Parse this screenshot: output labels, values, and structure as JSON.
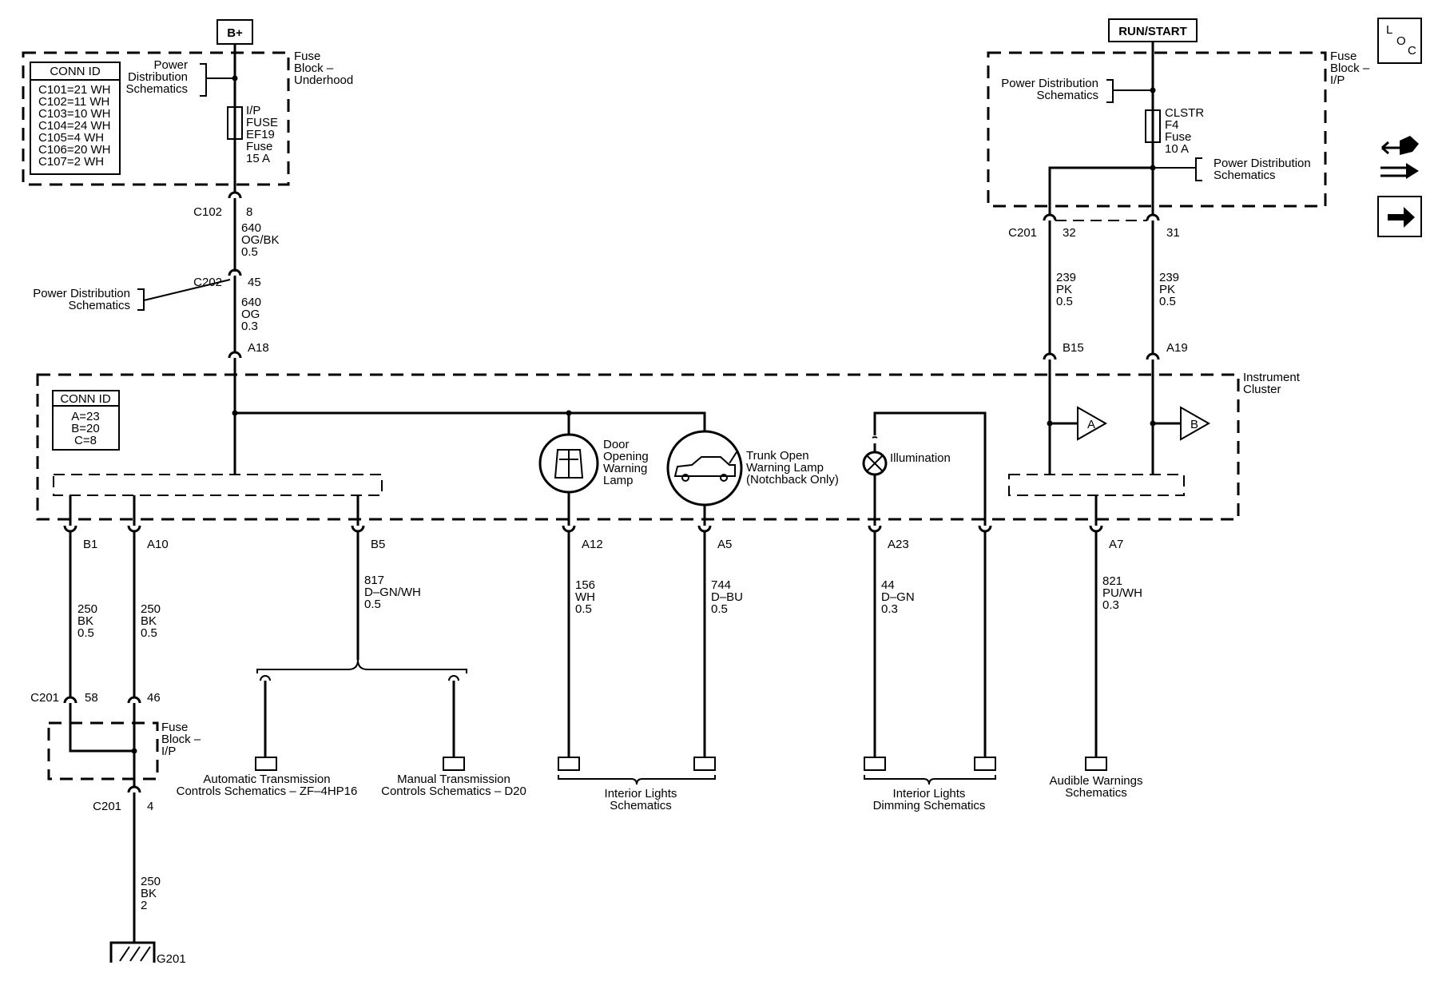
{
  "source_labels": {
    "bplus": "B+",
    "run_start": "RUN/START"
  },
  "fuse_block_underhood": {
    "label": [
      "Fuse",
      "Block –",
      "Underhood"
    ],
    "conn_title": "CONN ID",
    "conn_rows": [
      "C101=21 WH",
      "C102=11 WH",
      "C103=10 WH",
      "C104=24 WH",
      "C105=4 WH",
      "C106=20 WH",
      "C107=2 WH"
    ],
    "pds": [
      "Power",
      "Distribution",
      "Schematics"
    ],
    "fuse": [
      "I/P",
      "FUSE",
      "EF19",
      "Fuse",
      "15 A"
    ]
  },
  "fuse_block_ip": {
    "label": [
      "Fuse",
      "Block –",
      "I/P"
    ],
    "pds_top": [
      "Power Distribution",
      "Schematics"
    ],
    "fuse": [
      "CLSTR",
      "F4",
      "Fuse",
      "10 A"
    ],
    "pds_right": [
      "Power Distribution",
      "Schematics"
    ]
  },
  "left_feed": {
    "c102": "C102",
    "pin8": "8",
    "wire1": [
      "640",
      "OG/BK",
      "0.5"
    ],
    "c202": "C202",
    "pin45": "45",
    "pds": [
      "Power Distribution",
      "Schematics"
    ],
    "wire2": [
      "640",
      "OG",
      "0.3"
    ],
    "a18": "A18"
  },
  "right_feed": {
    "c201": "C201",
    "pin32": "32",
    "pin31": "31",
    "wire_a": [
      "239",
      "PK",
      "0.5"
    ],
    "wire_b": [
      "239",
      "PK",
      "0.5"
    ],
    "b15": "B15",
    "a19": "A19"
  },
  "cluster": {
    "label": [
      "Instrument",
      "Cluster"
    ],
    "conn_title": "CONN ID",
    "conn_rows": [
      "A=23",
      "B=20",
      "C=8"
    ],
    "door_lamp": [
      "Door",
      "Opening",
      "Warning",
      "Lamp"
    ],
    "trunk_lamp": [
      "Trunk Open",
      "Warning Lamp",
      "(Notchback Only)"
    ],
    "illumination": "Illumination",
    "ref_a": "A",
    "ref_b": "B"
  },
  "pins": {
    "b1": "B1",
    "a10": "A10",
    "b5": "B5",
    "a12": "A12",
    "a5": "A5",
    "a23": "A23",
    "a7": "A7"
  },
  "wires": {
    "b1": [
      "250",
      "BK",
      "0.5"
    ],
    "a10": [
      "250",
      "BK",
      "0.5"
    ],
    "b5": [
      "817",
      "D–GN/WH",
      "0.5"
    ],
    "a12": [
      "156",
      "WH",
      "0.5"
    ],
    "a5": [
      "744",
      "D–BU",
      "0.5"
    ],
    "a23": [
      "44",
      "D–GN",
      "0.3"
    ],
    "a7": [
      "821",
      "PU/WH",
      "0.3"
    ],
    "ground": [
      "250",
      "BK",
      "2"
    ]
  },
  "ground_path": {
    "c201_top": "C201",
    "pin58": "58",
    "pin46": "46",
    "fuse_block": [
      "Fuse",
      "Block –",
      "I/P"
    ],
    "c201_bottom": "C201",
    "pin4": "4",
    "g201": "G201"
  },
  "destinations": {
    "auto_trans": [
      "Automatic Transmission",
      "Controls Schematics – ZF–4HP16"
    ],
    "manual_trans": [
      "Manual Transmission",
      "Controls Schematics – D20"
    ],
    "interior_lights": [
      "Interior Lights",
      "Schematics"
    ],
    "interior_dimming": [
      "Interior Lights",
      "Dimming Schematics"
    ],
    "audible": [
      "Audible Warnings",
      "Schematics"
    ]
  },
  "nav": {
    "loc_letters": [
      "L",
      "O",
      "C"
    ],
    "loc_icon": "location-view-icon",
    "harness_icon": "harness-view-icon",
    "next_icon": "next-page-arrow-icon"
  }
}
